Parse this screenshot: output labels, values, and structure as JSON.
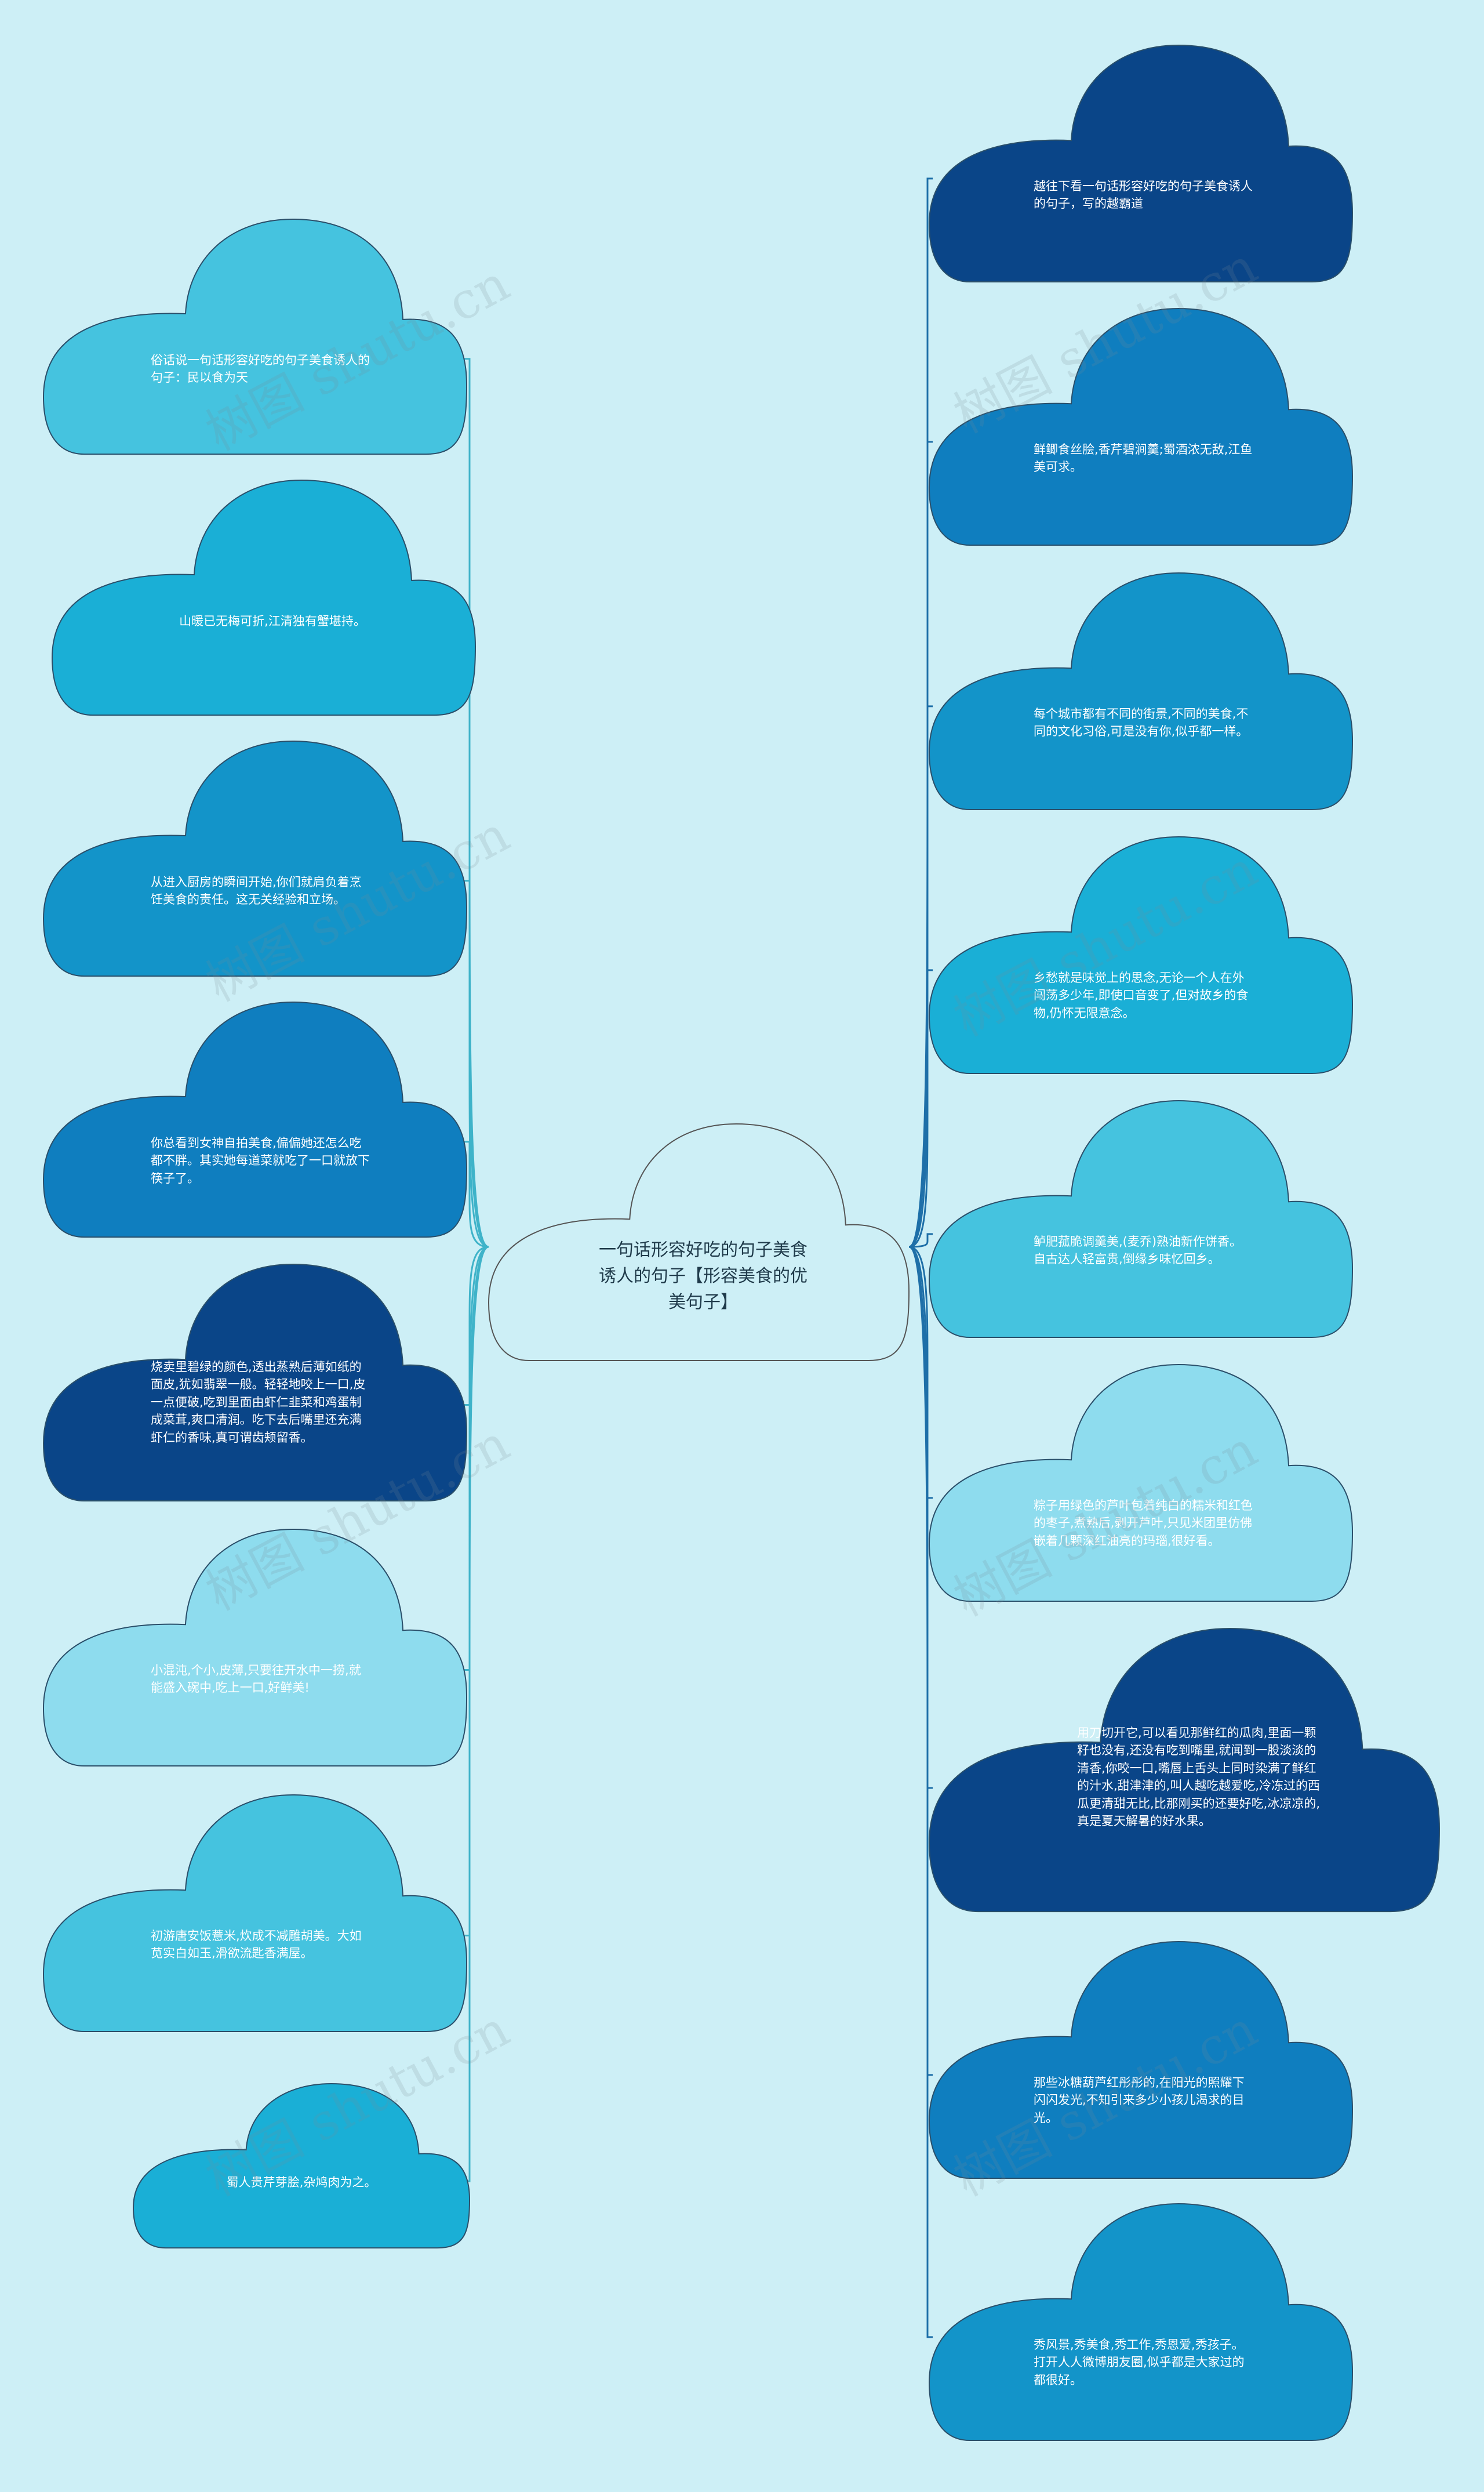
{
  "central": {
    "text": "一句话形容好吃的句子美食诱人的句子【形容美食的优美句子】",
    "fill": "#cdeff6",
    "stroke": "#555555"
  },
  "colors": {
    "background": "#cdeff6",
    "left_link": "#3fb3c9",
    "right_link": "#1e6fa8"
  },
  "left_nodes": [
    {
      "text": "俗话说一句话形容好吃的句子美食诱人的句子：民以食为天",
      "fill": "#45c3df"
    },
    {
      "text": "山暖已无梅可折,江清独有蟹堪持。",
      "fill": "#1aafd6"
    },
    {
      "text": "从进入厨房的瞬间开始,你们就肩负着烹饪美食的责任。这无关经验和立场。",
      "fill": "#1394c9"
    },
    {
      "text": "你总看到女神自拍美食,偏偏她还怎么吃都不胖。其实她每道菜就吃了一口就放下筷子了。",
      "fill": "#0f7ebf"
    },
    {
      "text": "烧卖里碧绿的颜色,透出蒸熟后薄如纸的面皮,犹如翡翠一般。轻轻地咬上一口,皮一点便破,吃到里面由虾仁韭菜和鸡蛋制成菜茸,爽口清润。吃下去后嘴里还充满虾仁的香味,真可谓齿颊留香。",
      "fill": "#0a4588"
    },
    {
      "text": "小混沌,个小,皮薄,只要往开水中一捞,就能盛入碗中,吃上一口,好鲜美!",
      "fill": "#8edcee"
    },
    {
      "text": "初游唐安饭薏米,炊成不减雕胡美。大如苋实白如玉,滑欲流匙香满屋。",
      "fill": "#45c3df"
    },
    {
      "text": "蜀人贵芹芽脍,杂鸠肉为之。",
      "fill": "#1aafd6"
    }
  ],
  "right_nodes": [
    {
      "text": "越往下看一句话形容好吃的句子美食诱人的句子，写的越霸道",
      "fill": "#0a4588"
    },
    {
      "text": "鲜鲫食丝脍,香芹碧涧羹;蜀酒浓无敌,江鱼美可求。",
      "fill": "#0f7ebf"
    },
    {
      "text": "每个城市都有不同的街景,不同的美食,不同的文化习俗,可是没有你,似乎都一样。",
      "fill": "#1394c9"
    },
    {
      "text": "乡愁就是味觉上的思念,无论一个人在外闯荡多少年,即使口音变了,但对故乡的食物,仍怀无限意念。",
      "fill": "#1aafd6"
    },
    {
      "text": "鲈肥菰脆调羹美,(麦乔)熟油新作饼香。自古达人轻富贵,倒缘乡味忆回乡。",
      "fill": "#45c3df"
    },
    {
      "text": "粽子用绿色的芦叶包着纯白的糯米和红色的枣子,煮熟后,剥开芦叶,只见米团里仿佛嵌着几颗深红油亮的玛瑙,很好看。",
      "fill": "#8edcee"
    },
    {
      "text": "用刀切开它,可以看见那鲜红的瓜肉,里面一颗籽也没有,还没有吃到嘴里,就闻到一股淡淡的清香,你咬一口,嘴唇上舌头上同时染满了鲜红的汁水,甜津津的,叫人越吃越爱吃,冷冻过的西瓜更清甜无比,比那刚买的还要好吃,冰凉凉的,真是夏天解暑的好水果。",
      "fill": "#0a4588"
    },
    {
      "text": "那些冰糖葫芦红彤彤的,在阳光的照耀下闪闪发光,不知引来多少小孩儿渴求的目光。",
      "fill": "#0f7ebf"
    },
    {
      "text": "秀风景,秀美食,秀工作,秀恩爱,秀孩子。打开人人微博朋友圈,似乎都是大家过的都很好。",
      "fill": "#1394c9"
    }
  ],
  "watermarks": [
    "树图 shutu.cn",
    "树图 shutu.cn",
    "树图 shutu.cn",
    "树图 shutu.cn",
    "树图 shutu.cn",
    "树图 shutu.cn",
    "树图 shutu.cn",
    "树图 shutu.cn"
  ]
}
